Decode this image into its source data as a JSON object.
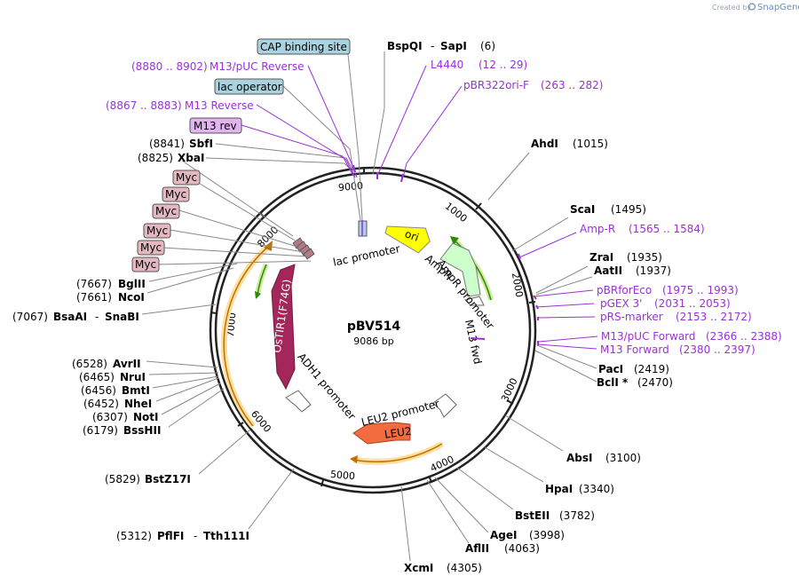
{
  "plasmid": {
    "name": "pBV514",
    "length_label": "9086 bp",
    "total_bp": 9086
  },
  "credit": {
    "prefix": "Created by",
    "brand": "SnapGene"
  },
  "ticks": [
    "1000",
    "2000",
    "3000",
    "4000",
    "5000",
    "6000",
    "7000",
    "8000",
    "9000"
  ],
  "sites": [
    {
      "name": "BspQI",
      "name2": "SapI",
      "pos": "(6)"
    },
    {
      "name": "AhdI",
      "pos": "(1015)"
    },
    {
      "name": "ScaI",
      "pos": "(1495)"
    },
    {
      "name": "ZraI",
      "pos": "(1935)"
    },
    {
      "name": "AatII",
      "pos": "(1937)"
    },
    {
      "name": "PacI",
      "pos": "(2419)"
    },
    {
      "name": "BclI *",
      "pos": "(2470)"
    },
    {
      "name": "AbsI",
      "pos": "(3100)"
    },
    {
      "name": "HpaI",
      "pos": "(3340)"
    },
    {
      "name": "BstEII",
      "pos": "(3782)"
    },
    {
      "name": "AgeI",
      "pos": "(3998)"
    },
    {
      "name": "AflII",
      "pos": "(4063)"
    },
    {
      "name": "XcmI",
      "pos": "(4305)"
    },
    {
      "name": "PflFI",
      "name2": "Tth111I",
      "pos": "(5312)"
    },
    {
      "name": "BstZ17I",
      "pos": "(5829)"
    },
    {
      "name": "BssHII",
      "pos": "(6179)"
    },
    {
      "name": "NotI",
      "pos": "(6307)"
    },
    {
      "name": "NheI",
      "pos": "(6452)"
    },
    {
      "name": "BmtI",
      "pos": "(6456)"
    },
    {
      "name": "NruI",
      "pos": "(6465)"
    },
    {
      "name": "AvrII",
      "pos": "(6528)"
    },
    {
      "name": "BsaAI",
      "name2": "SnaBI",
      "pos": "(7067)"
    },
    {
      "name": "NcoI",
      "pos": "(7661)"
    },
    {
      "name": "BglII",
      "pos": "(7667)"
    },
    {
      "name": "XbaI",
      "pos": "(8825)"
    },
    {
      "name": "SbfI",
      "pos": "(8841)"
    }
  ],
  "primers": [
    {
      "name": "L4440",
      "range": "(12 .. 29)"
    },
    {
      "name": "pBR322ori-F",
      "range": "(263 .. 282)"
    },
    {
      "name": "Amp-R",
      "range": "(1565 .. 1584)"
    },
    {
      "name": "pBRforEco",
      "range": "(1975 .. 1993)"
    },
    {
      "name": "pGEX 3'",
      "range": "(2031 .. 2053)"
    },
    {
      "name": "pRS-marker",
      "range": "(2153 .. 2172)"
    },
    {
      "name": "M13/pUC Forward",
      "range": "(2366 .. 2388)"
    },
    {
      "name": "M13 Forward",
      "range": "(2380 .. 2397)"
    },
    {
      "name": "M13/pUC Reverse",
      "range": "(8880 .. 8902)"
    },
    {
      "name": "M13 Reverse",
      "range": "(8867 .. 8883)"
    }
  ],
  "boxed_labels": [
    {
      "text": "CAP binding site",
      "color": "#a9d3e0"
    },
    {
      "text": "lac operator",
      "color": "#a9d3e0"
    },
    {
      "text": "M13 rev",
      "color": "#e3b5f0"
    },
    {
      "text": "Myc",
      "color": "#e3b8c0"
    },
    {
      "text": "Myc",
      "color": "#e3b8c0"
    },
    {
      "text": "Myc",
      "color": "#e3b8c0"
    },
    {
      "text": "Myc",
      "color": "#e3b8c0"
    },
    {
      "text": "Myc",
      "color": "#e3b8c0"
    },
    {
      "text": "Myc",
      "color": "#e3b8c0"
    }
  ],
  "features": {
    "ori": "ori",
    "leu2": "LEU2",
    "ostir1": "OsTIR1(F74G)",
    "ampr_outer": "AmpR",
    "ampr_promoter": "AmpR promoter",
    "m13_fwd": "M13 fwd",
    "lac_promoter": "lac promoter",
    "leu2_promoter": "LEU2 promoter",
    "adh1_promoter": "ADH1 promoter"
  },
  "colors": {
    "ori": "#ffff00",
    "leu2": "#f26c40",
    "ostir1": "#a3275a",
    "ampr": "#ccffcc",
    "orf_highlight": "#ffe0a0",
    "orf_arrow": "#c07000",
    "orf_green": "#2e8b00",
    "primer": "#9b30d9",
    "cap": "#a9d3e0",
    "myc": "#e3b8c0"
  }
}
